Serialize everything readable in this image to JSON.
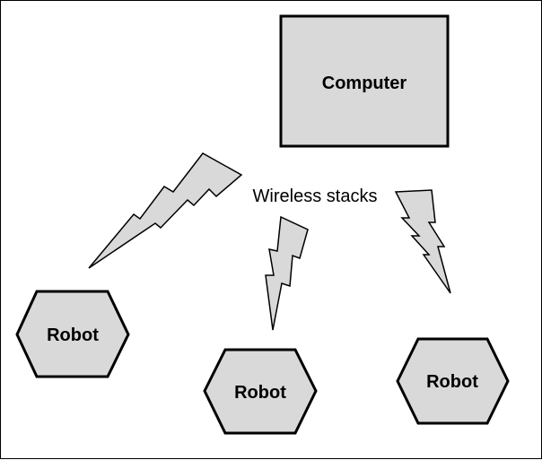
{
  "computer": {
    "label": "Computer"
  },
  "wireless": {
    "label": "Wireless stacks"
  },
  "robots": [
    {
      "label": "Robot"
    },
    {
      "label": "Robot"
    },
    {
      "label": "Robot"
    }
  ],
  "colors": {
    "fill": "#d9d9d9",
    "stroke": "#000000",
    "background": "#ffffff"
  }
}
